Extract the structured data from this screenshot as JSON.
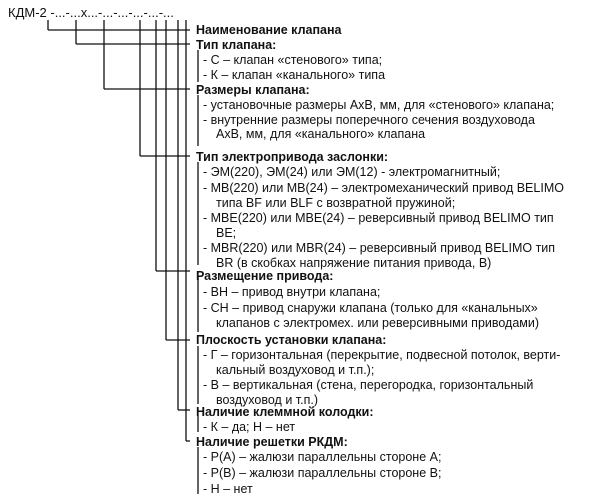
{
  "code": "КДМ-2 -...-...х...-...-...-...-...-...",
  "lines": [
    "Наименование клапана",
    "Тип клапана:",
    "- С – клапан «стенового» типа;",
    "- К – клапан «канального» типа",
    "Размеры клапана:",
    "- установочные размеры АхВ, мм, для «стенового» клапана;",
    "- внутренние размеры поперечного сечения воздуховода",
    "АхВ, мм, для «канального» клапана",
    "Тип электропривода заслонки:",
    "- ЭМ(220), ЭМ(24) или ЭМ(12) - электромагнитный;",
    "- МВ(220) или МВ(24) – электромеханический привод BELIMO",
    "типа BF или BLF с возвратной пружиной;",
    "- МВЕ(220) или МВЕ(24) – реверсивный привод BELIMO тип",
    "BE;",
    "- MBR(220) или MBR(24) – реверсивный привод BELIMO тип",
    "BR (в скобках напряжение питания привода, В)",
    "Размещение привода:",
    "- ВН – привод внутри клапана;",
    "- СН – привод снаружи клапана (только для «канальных»",
    "клапанов с электромех. или реверсивными приводами)",
    "Плоскость установки клапана:",
    "- Г – горизонтальная (перекрытие, подвесной потолок, верти-",
    "кальный воздуховод и т.п.);",
    "- В – вертикальная (стена, перегородка, горизонтальный",
    "воздуховод и т.п.)",
    "Наличие клеммной колодки:",
    "- К – да; Н – нет",
    "Наличие решетки РКДМ:",
    "- Р(А) – жалюзи параллельны стороне А;",
    "- Р(В) – жалюзи параллельны стороне В;",
    "- Н – нет"
  ]
}
